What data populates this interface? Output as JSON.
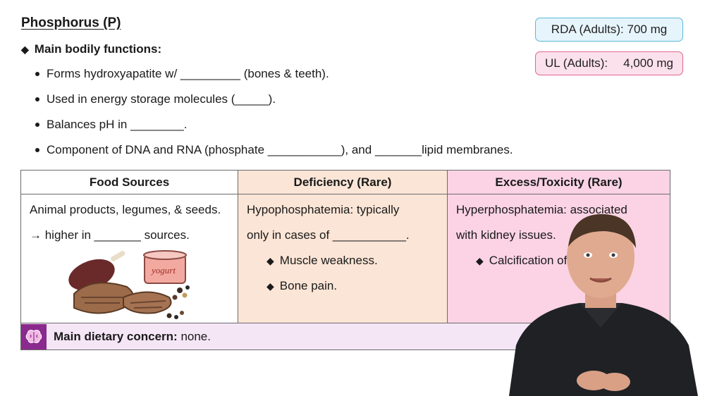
{
  "title": "Phosphorus (P)",
  "main_functions": {
    "heading": "Main bodily functions:",
    "items": [
      "Forms hydroxyapatite w/ _________ (bones & teeth).",
      "Used in energy storage molecules (_____).",
      "Balances pH in ________.",
      "Component of DNA and RNA (phosphate ___________), and _______lipid membranes."
    ]
  },
  "rda": "RDA (Adults): 700 mg",
  "ul": {
    "label": "UL (Adults):",
    "value": "4,000 mg"
  },
  "table": {
    "food_sources": {
      "header": "Food Sources",
      "line1": "Animal products, legumes, & seeds.",
      "line2": "→ higher in _______ sources.",
      "illustration_label": "yogurt"
    },
    "deficiency": {
      "header": "Deficiency (Rare)",
      "line1": "Hypophosphatemia: typically",
      "line2": "only in cases of ___________.",
      "bullets": [
        "Muscle weakness.",
        "Bone pain."
      ]
    },
    "excess": {
      "header": "Excess/Toxicity (Rare)",
      "line1": "Hyperphosphatemia: associated",
      "line2": "with kidney issues.",
      "bullets": [
        "Calcification of"
      ]
    }
  },
  "concern": {
    "label": "Main dietary concern:",
    "value": " none."
  },
  "colors": {
    "rda_bg": "#e6f4fb",
    "rda_border": "#5bb9d8",
    "ul_bg": "#fbe1ec",
    "ul_border": "#e0668f",
    "deficiency_bg": "#fbe5d6",
    "excess_bg": "#fbd3e4",
    "concern_bg": "#f5e6f6",
    "concern_icon_bg": "#8a2a8e"
  },
  "icons": {
    "concern": "brain-icon",
    "bullet": "diamond-icon"
  }
}
